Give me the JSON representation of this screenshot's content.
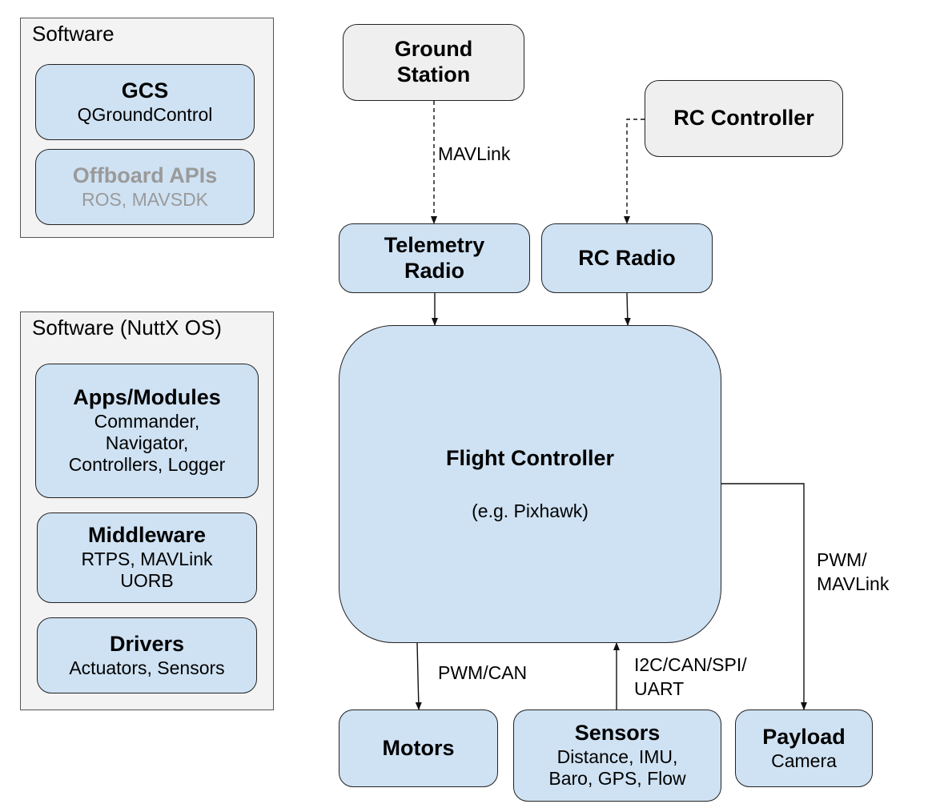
{
  "software_panel": {
    "title": "Software",
    "items": [
      {
        "title": "GCS",
        "subtitle": "QGroundControl"
      },
      {
        "title": "Offboard APIs",
        "subtitle": "ROS, MAVSDK"
      }
    ]
  },
  "nuttx_panel": {
    "title": "Software (NuttX OS)",
    "items": [
      {
        "title": "Apps/Modules",
        "lines": [
          "Commander,",
          "Navigator,",
          "Controllers, Logger"
        ]
      },
      {
        "title": "Middleware",
        "lines": [
          "RTPS, MAVLink",
          "UORB"
        ]
      },
      {
        "title": "Drivers",
        "lines": [
          "Actuators, Sensors"
        ]
      }
    ]
  },
  "nodes": {
    "ground_station": {
      "lines": [
        "Ground",
        "Station"
      ]
    },
    "rc_controller": {
      "title": "RC Controller"
    },
    "telemetry_radio": {
      "lines": [
        "Telemetry",
        "Radio"
      ]
    },
    "rc_radio": {
      "title": "RC Radio"
    },
    "flight_controller": {
      "title": "Flight Controller",
      "subtitle": "(e.g. Pixhawk)"
    },
    "motors": {
      "title": "Motors"
    },
    "sensors": {
      "title": "Sensors",
      "lines": [
        "Distance, IMU,",
        "Baro, GPS, Flow"
      ]
    },
    "payload": {
      "title": "Payload",
      "subtitle": "Camera"
    }
  },
  "links": {
    "mavlink": "MAVLink",
    "pwm_can": "PWM/CAN",
    "i2c": [
      "I2C/CAN/SPI/",
      "UART"
    ],
    "pwm_mavlink": [
      "PWM/",
      "MAVLink"
    ]
  }
}
